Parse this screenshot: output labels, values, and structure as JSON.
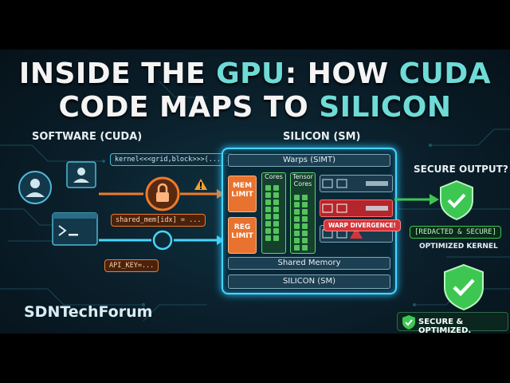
{
  "title": {
    "line1_pre": "INSIDE THE ",
    "line1_hl1": "GPU",
    "line1_mid": ": HOW ",
    "line1_hl2": "CUDA",
    "line2_pre": "CODE MAPS TO ",
    "line2_hl": "SILICON"
  },
  "labels": {
    "software": "SOFTWARE (CUDA)",
    "silicon": "SILICON (SM)",
    "secure_output": "SECURE OUTPUT?",
    "brand": "SDNTechForum"
  },
  "code": {
    "kernel_call": "kernel<<<grid,block>>>(...);",
    "shared_mem": "shared_mem[idx] = ...",
    "api_key": "API_KEY=..."
  },
  "sm": {
    "warps": "Warps (SIMT)",
    "mem_limit": "MEM\nLIMIT",
    "reg_limit": "REG\nLIMIT",
    "cores": "Cores",
    "tensor_cores": "Tensor\nCores",
    "warp_divergence": "WARP DIVERGENCE!",
    "shared_memory": "Shared Memory",
    "silicon_sm": "SILICON (SM)"
  },
  "output": {
    "redacted": "[REDACTED & SECURE]",
    "optimized_kernel": "OPTIMIZED KERNEL",
    "secure_optimized": "SECURE & OPTIMIZED."
  },
  "colors": {
    "accent_teal": "#6fdbd7",
    "cyan": "#47d6ff",
    "orange": "#f07a2a",
    "green": "#3ec653",
    "red": "#d2353a"
  }
}
